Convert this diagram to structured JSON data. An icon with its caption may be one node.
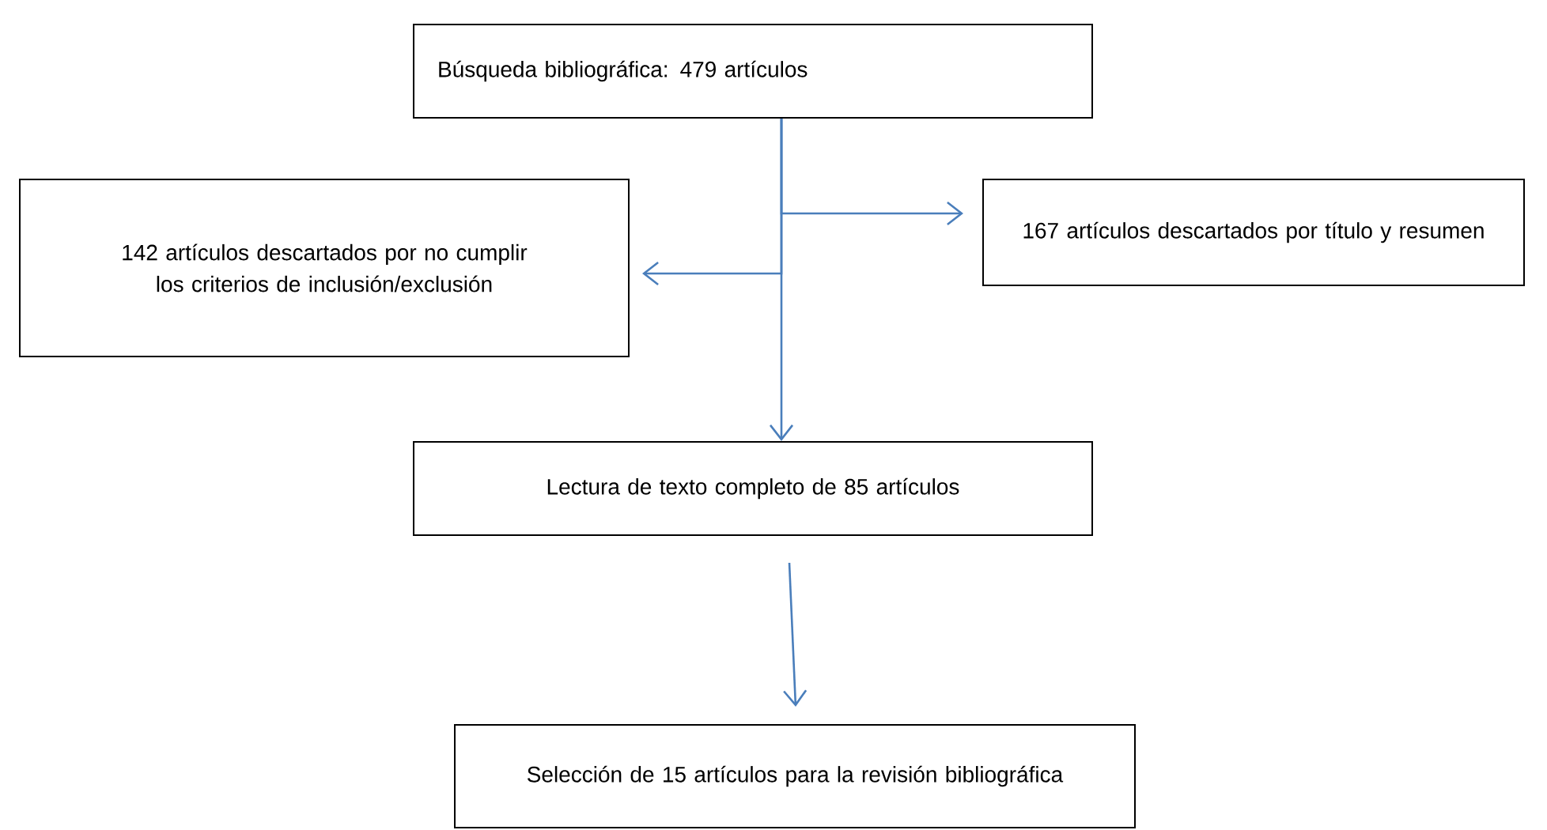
{
  "diagram": {
    "nodes": [
      {
        "text": [
          "Búsqueda bibliográfica: 479 artículos"
        ]
      },
      {
        "text": [
          "142 artículos descartados por no cumplir los criterios de inclusión/exclusión"
        ]
      },
      {
        "text": [
          "167 artículos descartados por título y resumen"
        ]
      },
      {
        "text": [
          "Lectura de texto completo de 85 artículos"
        ]
      },
      {
        "text": [
          "Selección de 15 artículos para la revisión bibliográfica"
        ]
      }
    ],
    "edges": [
      {
        "from": 0,
        "to": 3,
        "arrow": "to"
      },
      {
        "from": 0,
        "to": 2,
        "arrow": "to"
      },
      {
        "from": 0,
        "to": 1,
        "arrow": "to"
      },
      {
        "from": 3,
        "to": 4,
        "arrow": "to"
      }
    ]
  }
}
